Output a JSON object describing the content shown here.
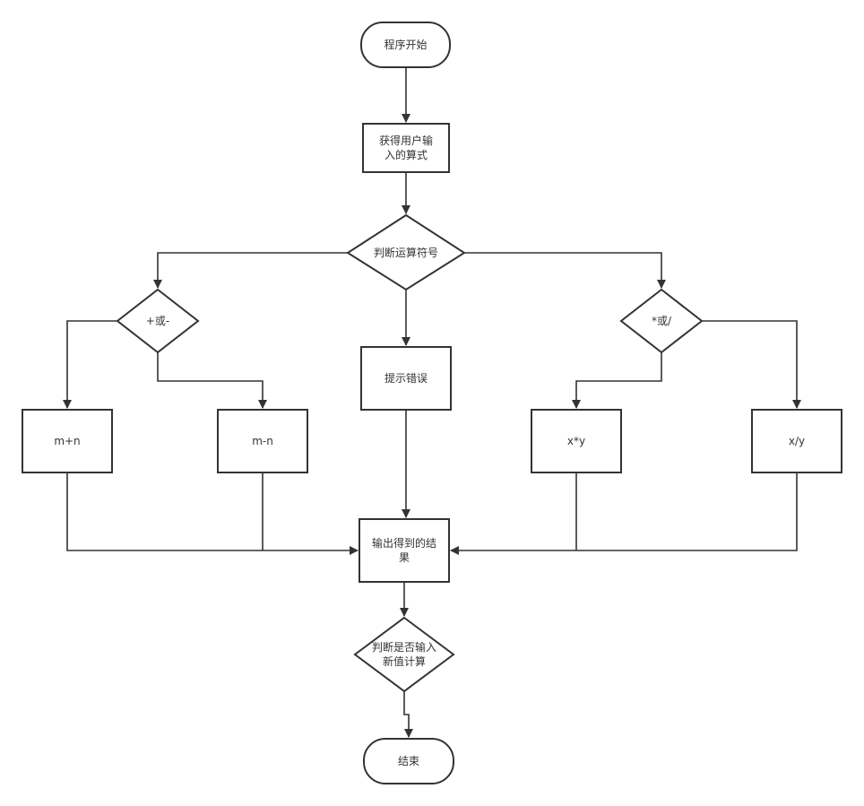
{
  "nodes": {
    "start": {
      "label": "程序开始"
    },
    "get_input": {
      "label_lines": [
        "获得用户输",
        "入的算式"
      ]
    },
    "judge_operator": {
      "label": "判断运算符号"
    },
    "plus_or_minus": {
      "label": "+或-"
    },
    "times_or_divide": {
      "label": "*或/"
    },
    "show_error": {
      "label": "提示错误"
    },
    "op_add": {
      "label": "m+n"
    },
    "op_sub": {
      "label": "m-n"
    },
    "op_mul": {
      "label": "x*y"
    },
    "op_div": {
      "label": "x/y"
    },
    "output_result": {
      "label_lines": [
        "输出得到的结",
        "果"
      ]
    },
    "judge_continue": {
      "label_lines": [
        "判断是否输入",
        "新值计算"
      ]
    },
    "end": {
      "label": "结束"
    }
  },
  "colors": {
    "stroke": "#333333",
    "fill": "#ffffff",
    "text": "#333333"
  }
}
